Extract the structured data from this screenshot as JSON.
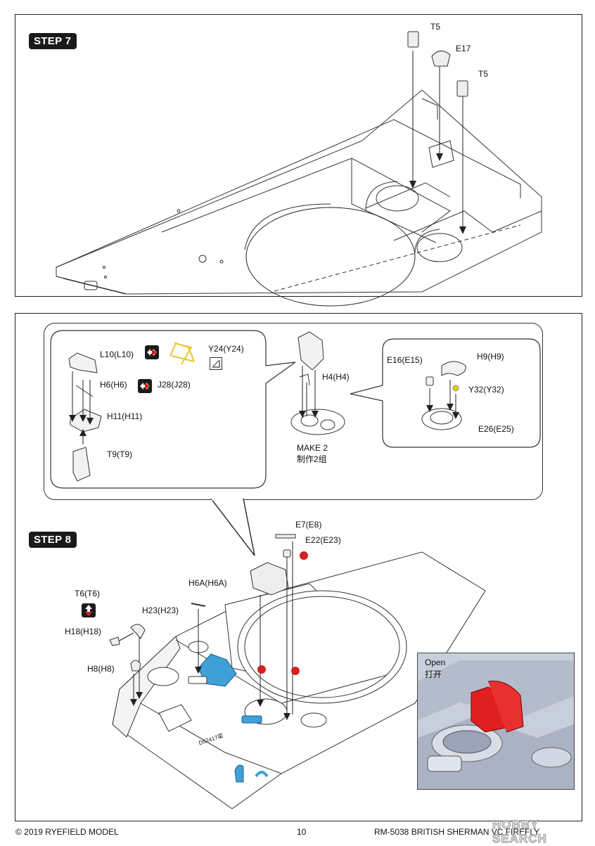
{
  "step7": {
    "badge": "STEP 7",
    "parts": [
      "T5",
      "E17",
      "T5"
    ]
  },
  "step8": {
    "badge": "STEP 8",
    "callout": {
      "left_parts": [
        "L10(L10)",
        "Y24(Y24)",
        "H6(H6)",
        "J28(J28)",
        "H11(H11)",
        "T9(T9)"
      ],
      "center_part": "H4(H4)",
      "make_en": "MAKE 2",
      "make_cn": "制作2组",
      "right_parts": [
        "E16(E15)",
        "H9(H9)",
        "Y32(Y32)",
        "E26(E25)"
      ]
    },
    "main_parts": [
      "E7(E8)",
      "E22(E23)",
      "H6A(H6A)",
      "T6(T6)",
      "H23(H23)",
      "H18(H18)",
      "H8(H8)"
    ],
    "hull_marking": "D52417梁",
    "inset": {
      "label_en": "Open",
      "label_cn": "打开"
    }
  },
  "footer": {
    "copyright": "© 2019 RYEFIELD MODEL",
    "page": "10",
    "title": "RM-5038 BRITISH SHERMAN VC FIREFLY",
    "watermark": "HOBBY SEARCH"
  },
  "colors": {
    "highlight_blue": "#3fa0d8",
    "highlight_red": "#e02020",
    "highlight_yellow": "#e8c82a",
    "badge_bg": "#1a1a1a",
    "symbol_red": "#d42020"
  }
}
